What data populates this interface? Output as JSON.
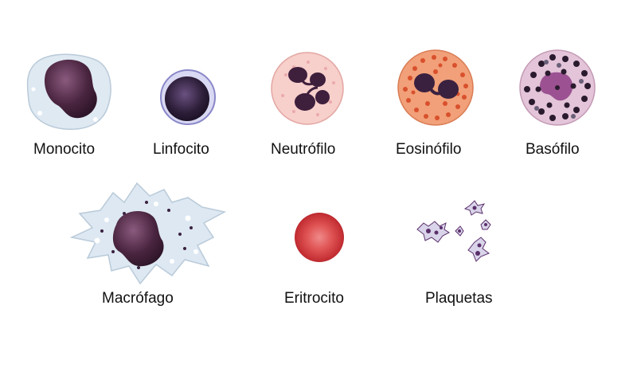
{
  "cells": [
    {
      "id": "monocito",
      "label": "Monocito",
      "icon": "monocyte-icon"
    },
    {
      "id": "linfocito",
      "label": "Linfocito",
      "icon": "lymphocyte-icon"
    },
    {
      "id": "neutrofilo",
      "label": "Neutrófilo",
      "icon": "neutrophil-icon"
    },
    {
      "id": "eosinofilo",
      "label": "Eosinófilo",
      "icon": "eosinophil-icon"
    },
    {
      "id": "basofilo",
      "label": "Basófilo",
      "icon": "basophil-icon"
    },
    {
      "id": "macrofago",
      "label": "Macrófago",
      "icon": "macrophage-icon"
    },
    {
      "id": "eritrocito",
      "label": "Eritrocito",
      "icon": "erythrocyte-icon"
    },
    {
      "id": "plaquetas",
      "label": "Plaquetas",
      "icon": "platelets-icon"
    }
  ],
  "colors": {
    "nucleus": "#4a2540",
    "membrane_blue": "#dde8f2",
    "neutrophil_cytoplasm": "#f6c6c2",
    "eosinophil_granule": "#d9502c",
    "basophil_granule": "#2a1a2e",
    "erythrocyte": "#d43c3c",
    "platelet": "#5a2f6a"
  }
}
